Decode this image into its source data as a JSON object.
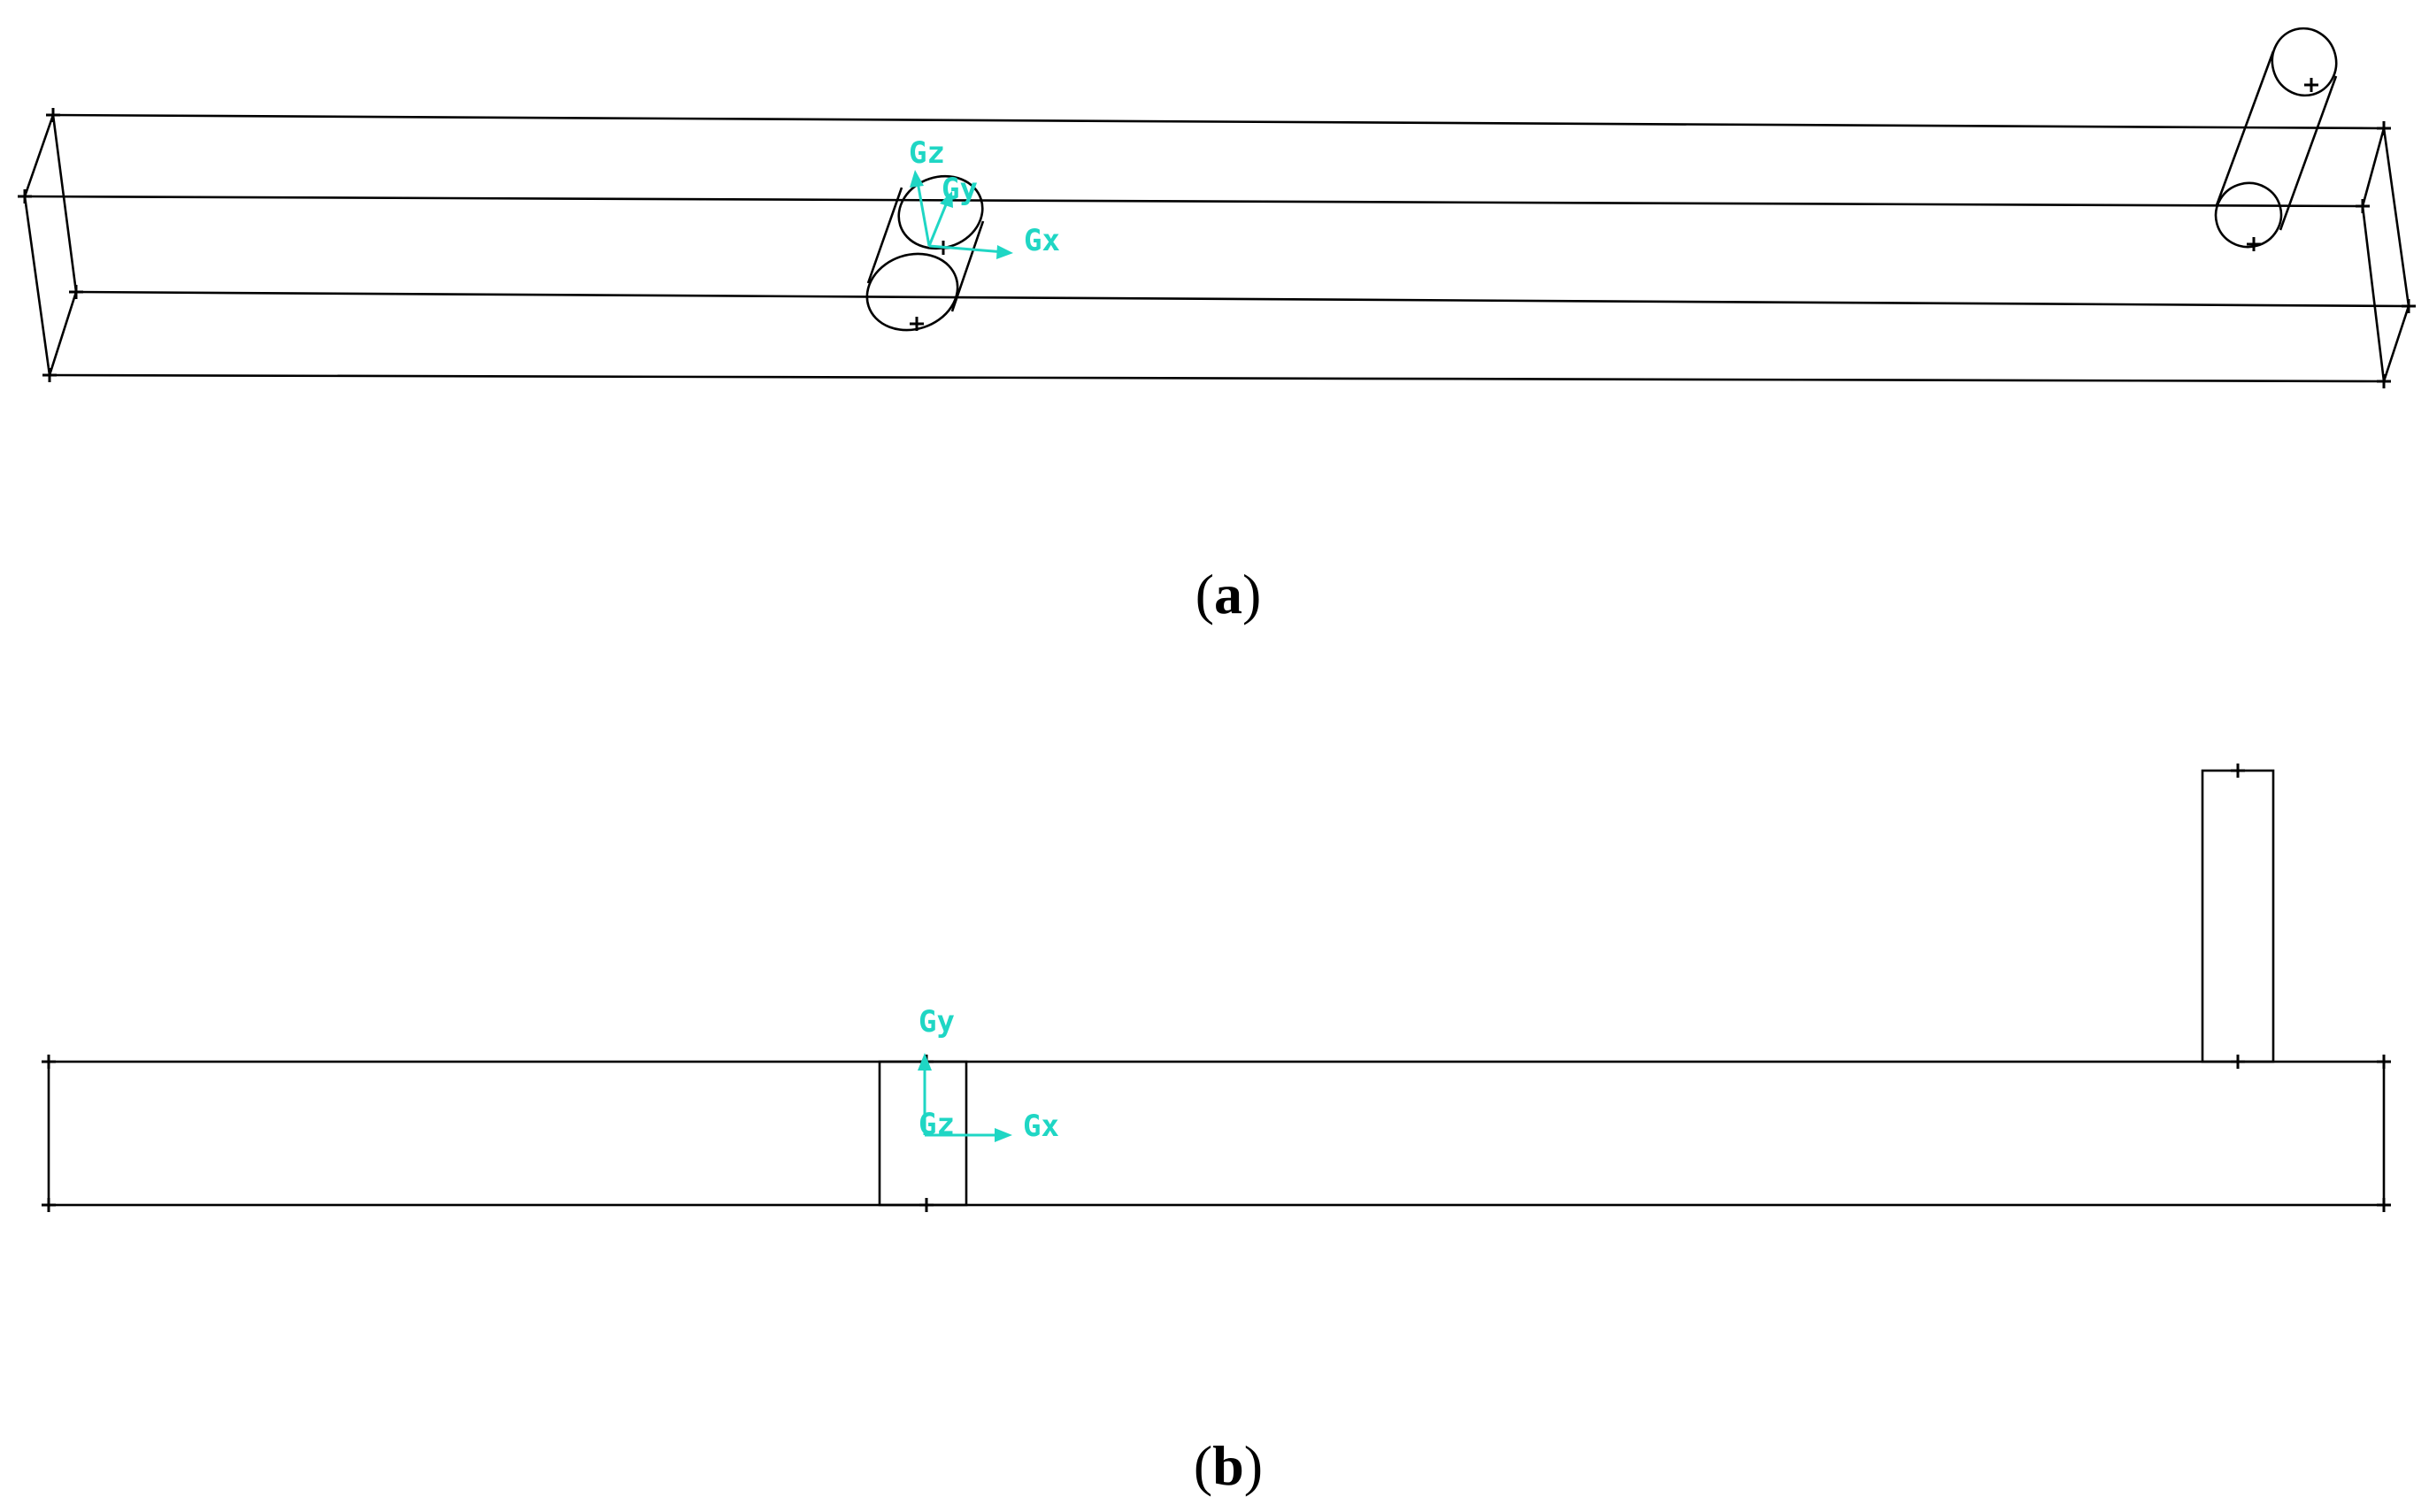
{
  "colors": {
    "background": "#ffffff",
    "wireframe": "#000000",
    "axes": "#1fd6c4"
  },
  "panel_a": {
    "caption_letter": "a",
    "axis_labels": {
      "z": "Gz",
      "y": "Gy",
      "x": "Gx"
    }
  },
  "panel_b": {
    "caption_letter": "b",
    "axis_labels": {
      "y": "Gy",
      "z": "Gz",
      "x": "Gx"
    }
  }
}
